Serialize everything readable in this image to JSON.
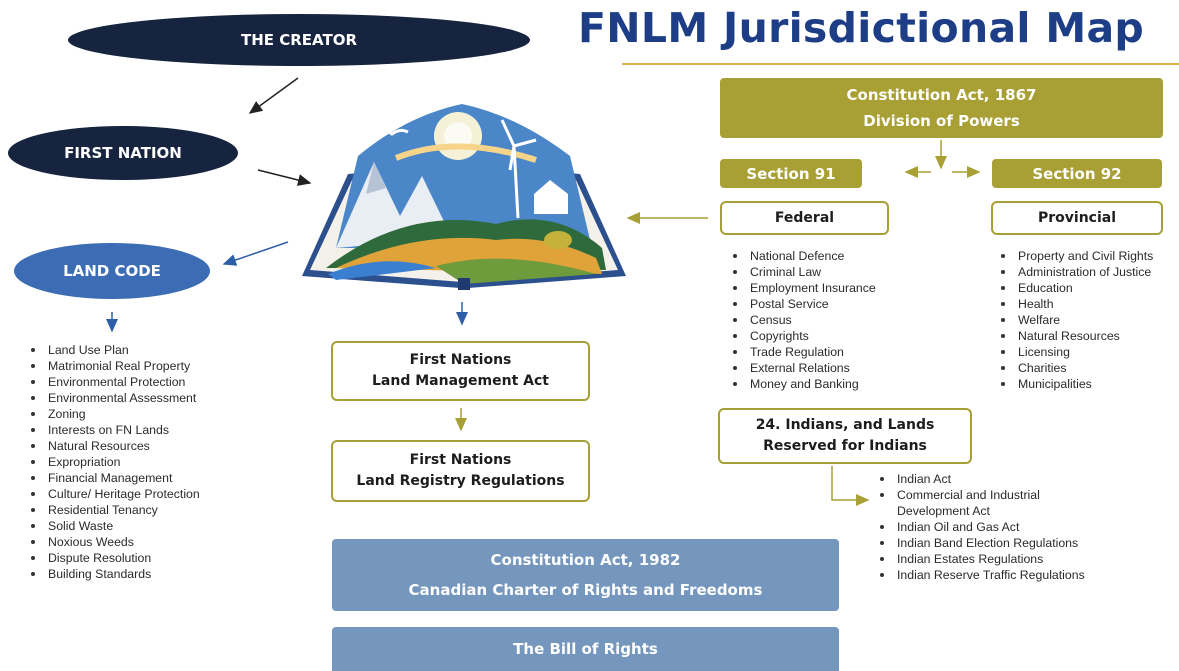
{
  "title": "FNLM Jurisdictional Map",
  "creator": "THE CREATOR",
  "first_nation": "FIRST NATION",
  "land_code": {
    "label": "LAND CODE",
    "items": [
      "Land Use Plan",
      "Matrimonial Real Property",
      "Environmental Protection",
      "Environmental Assessment",
      "Zoning",
      "Interests on FN Lands",
      "Natural Resources",
      "Expropriation",
      "Financial Management",
      "Culture/ Heritage Protection",
      "Residential Tenancy",
      "Solid Waste",
      "Noxious Weeds",
      "Dispute Resolution",
      "Building Standards"
    ]
  },
  "fnlma": {
    "line1": "First Nations",
    "line2": "Land Management Act"
  },
  "fnlrr": {
    "line1": "First Nations",
    "line2": "Land Registry Regulations"
  },
  "constitution_1982": {
    "line1": "Constitution Act, 1982",
    "line2": "Canadian Charter of Rights and Freedoms"
  },
  "bill_of_rights": "The Bill of Rights",
  "constitution_1867": {
    "line1": "Constitution Act, 1867",
    "line2": "Division of Powers"
  },
  "section91": "Section 91",
  "section92": "Section 92",
  "federal": {
    "label": "Federal",
    "items": [
      "National Defence",
      "Criminal Law",
      "Employment Insurance",
      "Postal Service",
      "Census",
      "Copyrights",
      "Trade Regulation",
      "External Relations",
      "Money and Banking"
    ]
  },
  "provincial": {
    "label": "Provincial",
    "items": [
      "Property and Civil Rights",
      "Administration of Justice",
      "Education",
      "Health",
      "Welfare",
      "Natural Resources",
      "Licensing",
      "Charities",
      "Municipalities"
    ]
  },
  "indians": {
    "line1": "24. Indians, and Lands",
    "line2": "Reserved for Indians",
    "items": [
      "Indian Act",
      "Commercial and Industrial Development Act",
      "Indian Oil and Gas Act",
      "Indian Band Election Regulations",
      "Indian Estates Regulations",
      "Indian Reserve Traffic Regulations"
    ]
  },
  "colors": {
    "navy": "#17243f",
    "land_code_blue": "#3c6cb4",
    "title_blue": "#1d3e86",
    "olive": "#a89f35",
    "steel_blue": "#7596bd"
  }
}
